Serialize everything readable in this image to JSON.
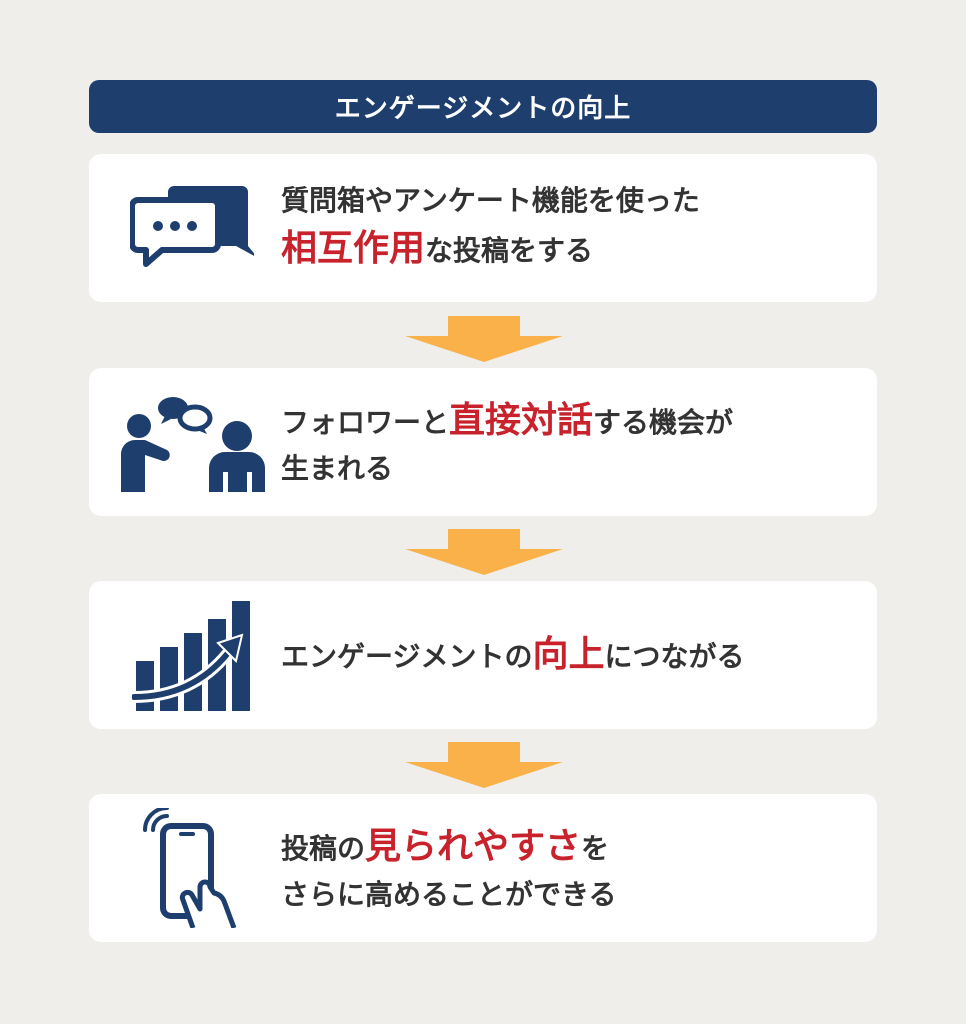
{
  "header": {
    "title": "エンゲージメントの向上"
  },
  "colors": {
    "navy": "#1e3f6e",
    "red": "#c8232c",
    "arrow": "#fbb14a",
    "text": "#333333"
  },
  "steps": [
    {
      "icon": "chat-bubbles-icon",
      "line1": {
        "a": "質問箱やアンケート機能を使った"
      },
      "line2": {
        "em": "相互作用",
        "b": "な投稿をする"
      }
    },
    {
      "icon": "people-talking-icon",
      "line1": {
        "a": "フォロワーと",
        "em": "直接対話",
        "b": "する機会が"
      },
      "line2": {
        "a": "生まれる"
      }
    },
    {
      "icon": "growth-chart-icon",
      "line1": {
        "a": "エンゲージメントの",
        "em": "向上",
        "b": "につながる"
      }
    },
    {
      "icon": "smartphone-tap-icon",
      "line1": {
        "a": "投稿の",
        "em": "見られやすさ",
        "b": "を"
      },
      "line2": {
        "a": "さらに高めることができる"
      }
    }
  ]
}
